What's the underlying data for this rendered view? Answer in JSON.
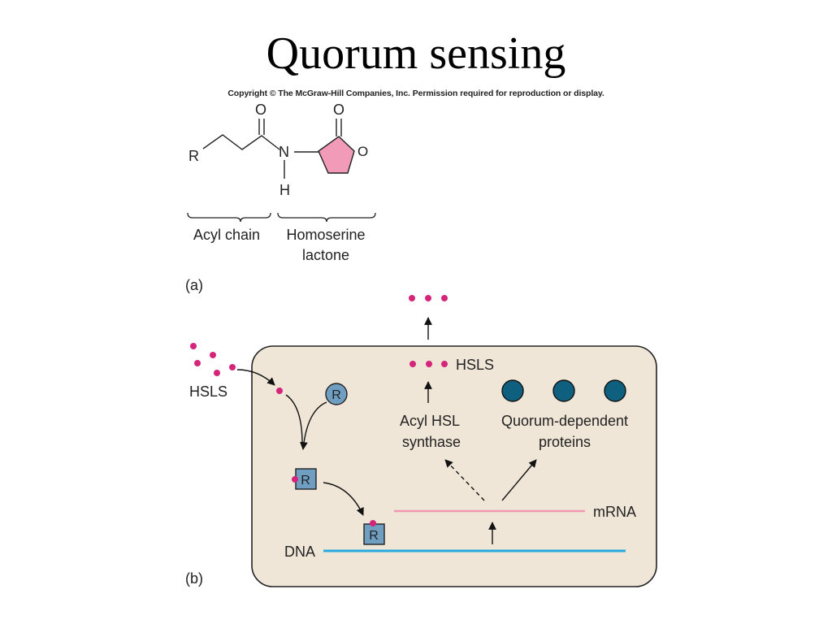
{
  "title": "Quorum sensing",
  "copyright": "Copyright © The McGraw-Hill Companies, Inc. Permission required for reproduction or display.",
  "panel_a": {
    "label": "(a)",
    "atoms": {
      "r": "R",
      "o_carbonyl_chain": "O",
      "n": "N",
      "h": "H",
      "o_carbonyl_ring": "O",
      "o_ring": "O"
    },
    "brace_acyl": "Acyl chain",
    "brace_lactone_line1": "Homoserine",
    "brace_lactone_line2": "lactone"
  },
  "panel_b": {
    "label": "(b)",
    "hsls_outside": "HSLS",
    "hsls_inside": "HSLS",
    "receptor": "R",
    "synthase_line1": "Acyl HSL",
    "synthase_line2": "synthase",
    "proteins_line1": "Quorum-dependent",
    "proteins_line2": "proteins",
    "mrna": "mRNA",
    "dna": "DNA"
  },
  "colors": {
    "cell_fill": "#f0e6d8",
    "lactone_ring": "#f19bb8",
    "hsl_dot": "#d4257a",
    "receptor": "#6f9ec1",
    "protein": "#0f5f7f",
    "mrna": "#ef97b3",
    "dna": "#27a9e1"
  }
}
